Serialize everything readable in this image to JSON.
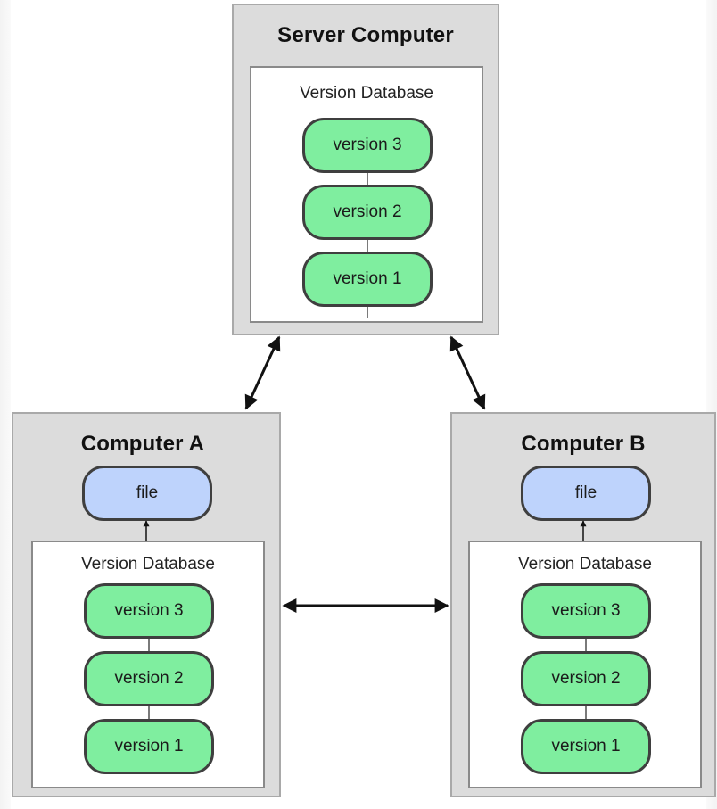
{
  "server": {
    "title": "Server Computer",
    "db_label": "Version Database",
    "versions": [
      "version 3",
      "version 2",
      "version 1"
    ]
  },
  "computer_a": {
    "title": "Computer A",
    "file": "file",
    "db_label": "Version Database",
    "versions": [
      "version 3",
      "version 2",
      "version 1"
    ]
  },
  "computer_b": {
    "title": "Computer B",
    "file": "file",
    "db_label": "Version Database",
    "versions": [
      "version 3",
      "version 2",
      "version 1"
    ]
  },
  "colors": {
    "version_fill": "#7fee9f",
    "file_fill": "#bed3fc",
    "box_fill": "#dcdcdc"
  }
}
